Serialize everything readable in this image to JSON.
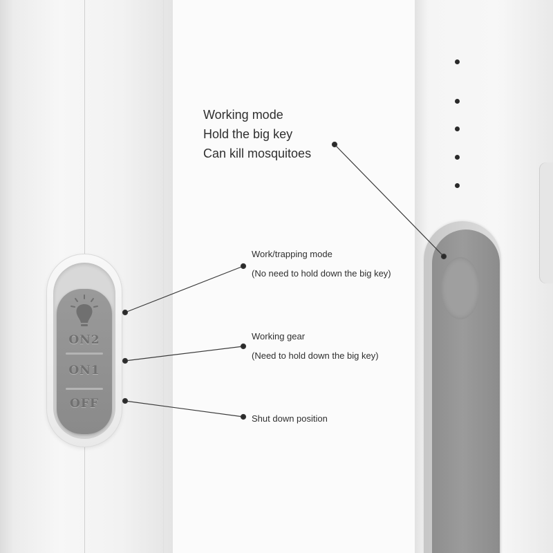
{
  "switch": {
    "positions": [
      "ON2",
      "ON1",
      "OFF"
    ]
  },
  "annotations": {
    "big_key": [
      "Working mode",
      "Hold the big key",
      "Can kill mosquitoes"
    ],
    "on2": [
      "Work/trapping mode",
      "(No need to hold down the big key)"
    ],
    "on1": [
      "Working gear",
      "(Need to hold down the big key)"
    ],
    "off": [
      "Shut down position"
    ]
  },
  "icons": [
    "bulb-icon"
  ],
  "colors": {
    "text": "#2f2f2f",
    "slider": "#8f8f8f",
    "big_key": "#939393"
  }
}
